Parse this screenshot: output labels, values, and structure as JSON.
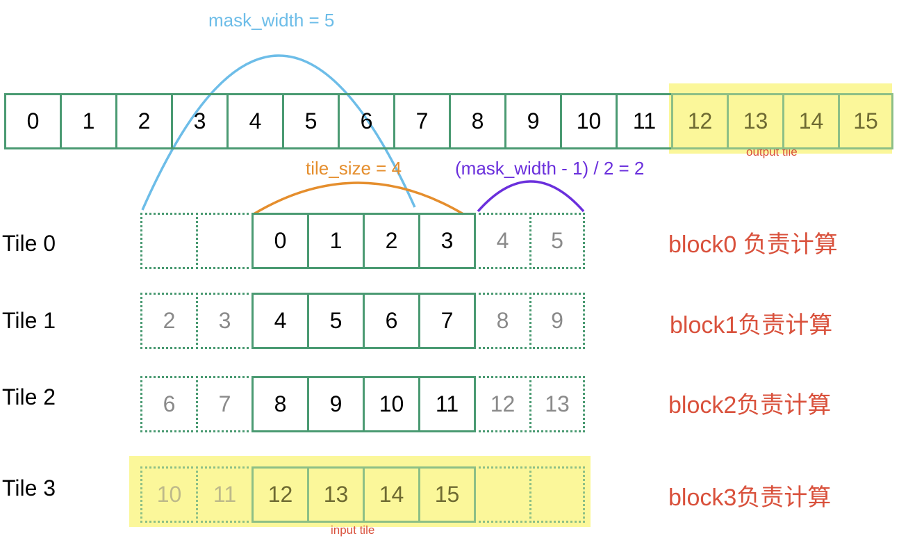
{
  "annotations": {
    "mask_width": "mask_width = 5",
    "tile_size": "tile_size = 4",
    "halo": "(mask_width - 1) / 2 = 2",
    "output_tile": "output tile",
    "input_tile": "input tile"
  },
  "colors": {
    "mask_arc": "#6dbde8",
    "tile_arc": "#e58e2d",
    "halo_arc": "#6a2fdc",
    "cell_border": "#4a9a72",
    "highlight": "#fbf79a",
    "block_label": "#d9513c"
  },
  "top_array": [
    "0",
    "1",
    "2",
    "3",
    "4",
    "5",
    "6",
    "7",
    "8",
    "9",
    "10",
    "11",
    "12",
    "13",
    "14",
    "15"
  ],
  "tiles": [
    {
      "label": "Tile 0",
      "block": "block0 负责计算",
      "cells": [
        "",
        "",
        "0",
        "1",
        "2",
        "3",
        "4",
        "5"
      ]
    },
    {
      "label": "Tile 1",
      "block": "block1负责计算",
      "cells": [
        "2",
        "3",
        "4",
        "5",
        "6",
        "7",
        "8",
        "9"
      ]
    },
    {
      "label": "Tile 2",
      "block": "block2负责计算",
      "cells": [
        "6",
        "7",
        "8",
        "9",
        "10",
        "11",
        "12",
        "13"
      ]
    },
    {
      "label": "Tile 3",
      "block": "block3负责计算",
      "cells": [
        "10",
        "11",
        "12",
        "13",
        "14",
        "15",
        "",
        ""
      ]
    }
  ]
}
